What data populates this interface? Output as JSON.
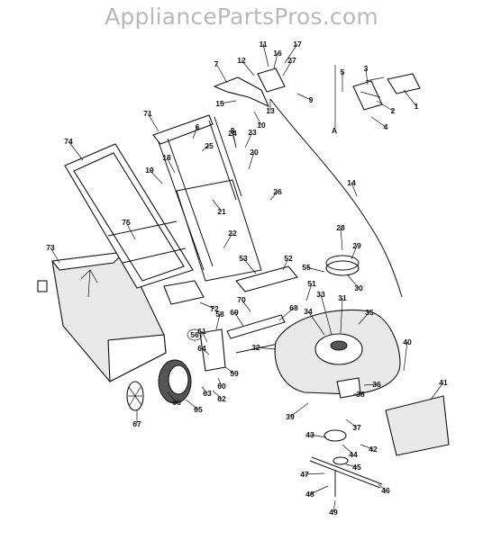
{
  "watermark": "AppliancePartsPros.com",
  "inset_label": "A",
  "callouts": [
    {
      "id": "1"
    },
    {
      "id": "2"
    },
    {
      "id": "3"
    },
    {
      "id": "4"
    },
    {
      "id": "5"
    },
    {
      "id": "6"
    },
    {
      "id": "7"
    },
    {
      "id": "8"
    },
    {
      "id": "9"
    },
    {
      "id": "10"
    },
    {
      "id": "11"
    },
    {
      "id": "12"
    },
    {
      "id": "13"
    },
    {
      "id": "14"
    },
    {
      "id": "15"
    },
    {
      "id": "16"
    },
    {
      "id": "17"
    },
    {
      "id": "18"
    },
    {
      "id": "19"
    },
    {
      "id": "20"
    },
    {
      "id": "21"
    },
    {
      "id": "22"
    },
    {
      "id": "23"
    },
    {
      "id": "24"
    },
    {
      "id": "25"
    },
    {
      "id": "26"
    },
    {
      "id": "27"
    },
    {
      "id": "28"
    },
    {
      "id": "29"
    },
    {
      "id": "30"
    },
    {
      "id": "31"
    },
    {
      "id": "32"
    },
    {
      "id": "33"
    },
    {
      "id": "34"
    },
    {
      "id": "35"
    },
    {
      "id": "36"
    },
    {
      "id": "37"
    },
    {
      "id": "38"
    },
    {
      "id": "39"
    },
    {
      "id": "40"
    },
    {
      "id": "41"
    },
    {
      "id": "42"
    },
    {
      "id": "43"
    },
    {
      "id": "44"
    },
    {
      "id": "45"
    },
    {
      "id": "46"
    },
    {
      "id": "47"
    },
    {
      "id": "48"
    },
    {
      "id": "49"
    },
    {
      "id": "51"
    },
    {
      "id": "52"
    },
    {
      "id": "53"
    },
    {
      "id": "55"
    },
    {
      "id": "56"
    },
    {
      "id": "58"
    },
    {
      "id": "59"
    },
    {
      "id": "60"
    },
    {
      "id": "61"
    },
    {
      "id": "62"
    },
    {
      "id": "63"
    },
    {
      "id": "64"
    },
    {
      "id": "65"
    },
    {
      "id": "66"
    },
    {
      "id": "67"
    },
    {
      "id": "68"
    },
    {
      "id": "69"
    },
    {
      "id": "70"
    },
    {
      "id": "71"
    },
    {
      "id": "72"
    },
    {
      "id": "73"
    },
    {
      "id": "74"
    },
    {
      "id": "75"
    }
  ]
}
